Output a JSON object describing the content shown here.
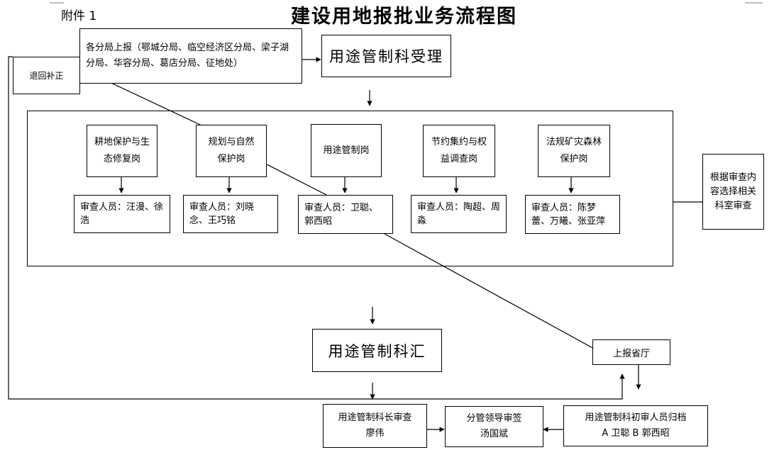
{
  "header": {
    "attachment": "附件 1",
    "title": "建设用地报批业务流程图"
  },
  "nodes": {
    "submit": "各分局上报（鄂城分局、临空经济区分局、梁子湖分局、华容分局、葛店分局、征地处）",
    "return": "退回补正",
    "accept": "用途管制科受理",
    "select_dept": "根据审查内容选择相关科室审查",
    "summary": "用途管制科汇",
    "provincial": "上报省厅",
    "chief_review_title": "用途管制科长审查",
    "chief_review_person": "廖伟",
    "leader_sign_title": "分管领导审签",
    "leader_sign_person": "汤国斌",
    "archive_title": "用途管制科初审人员归档",
    "archive_person": "A 卫聪  B 郭西昭"
  },
  "posts": [
    {
      "name": "耕地保护与生态修复岗",
      "reviewers": "审查人员：汪漫、徐浩"
    },
    {
      "name": "规划与自然保护岗",
      "reviewers": "审查人员：刘晓念、王巧铭"
    },
    {
      "name": "用途管制岗",
      "reviewers": "审查人员：卫聪、郭西昭"
    },
    {
      "name": "节约集约与权益调查岗",
      "reviewers": "审查人员：陶超、周淼"
    },
    {
      "name": "法规矿灾森林保护岗",
      "reviewers": "审查人员：陈梦蕾、万曦、张亚萍"
    }
  ]
}
